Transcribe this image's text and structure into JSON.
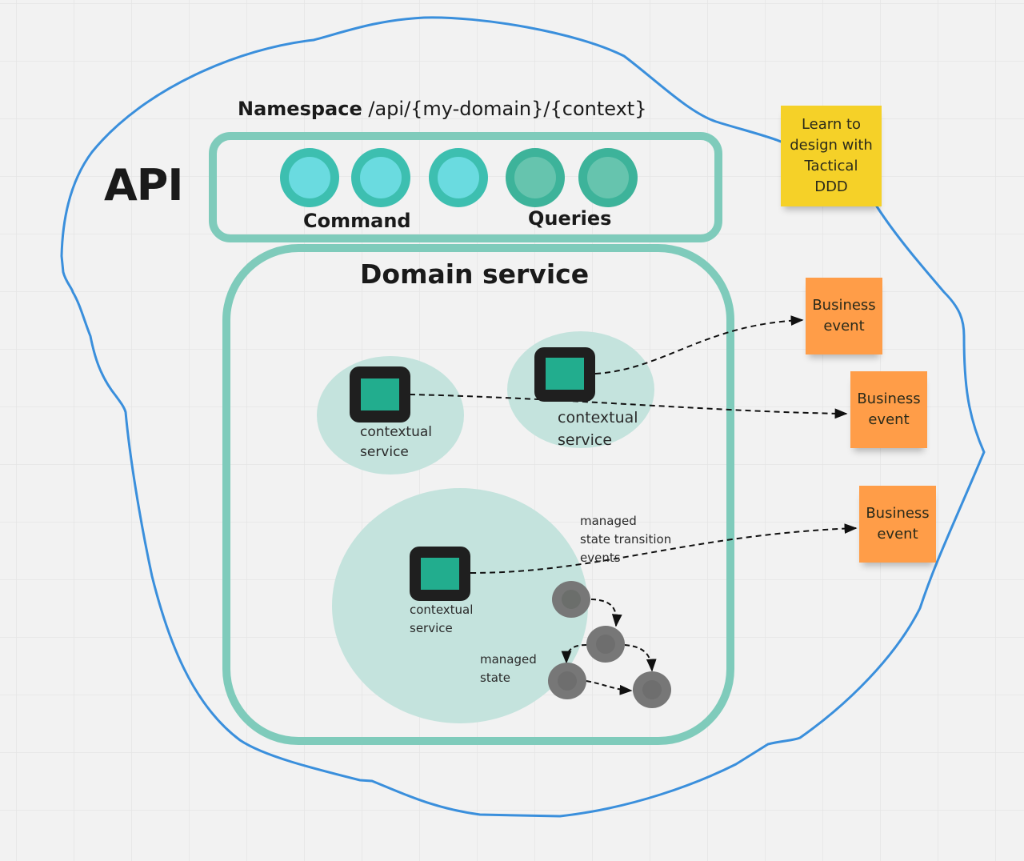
{
  "diagram": {
    "api_label": "API",
    "namespace": {
      "keyword": "Namespace",
      "path": "/api/{my-domain}/{context}"
    },
    "endpoints": {
      "command_label": "Command",
      "queries_label": "Queries",
      "command_count": 3,
      "query_count": 2
    },
    "domain_service": {
      "title": "Domain service",
      "contextual_services": [
        {
          "line1": "contextual",
          "line2": "service"
        },
        {
          "line1": "contextual",
          "line2": "service"
        },
        {
          "line1": "contextual",
          "line2": "service"
        }
      ],
      "managed_state_label": {
        "line1": "managed",
        "line2": "state"
      },
      "transition_events_label": {
        "line1": "managed",
        "line2": "state transition",
        "line3": "events"
      }
    },
    "stickies": {
      "learn_note": {
        "line1": "Learn to",
        "line2": "design with",
        "line3": "Tactical",
        "line4": "DDD"
      },
      "business_events": [
        {
          "line1": "Business",
          "line2": "event"
        },
        {
          "line1": "Business",
          "line2": "event"
        },
        {
          "line1": "Business",
          "line2": "event"
        }
      ]
    },
    "colors": {
      "background": "#f2f2f2",
      "grid": "#e4e4e4",
      "outline_blue": "#3a8fdc",
      "frame_teal": "#7fcbbb",
      "command_ring": "#3dbfb0",
      "command_fill": "#6adbe0",
      "query_ring": "#3db39a",
      "query_fill": "#66c4ae",
      "context_bubble": "#c4e3dd",
      "service_box": "#1f1f1f",
      "service_fill": "#22ad8e",
      "state_node": "#777777",
      "sticky_yellow": "#f5d128",
      "sticky_orange": "#ff9d48"
    }
  }
}
